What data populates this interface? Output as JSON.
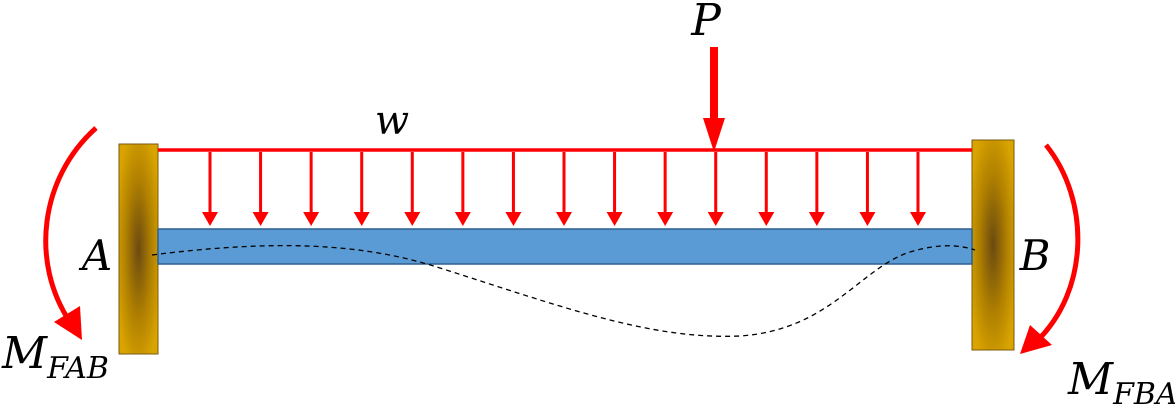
{
  "labels": {
    "load_point": "P",
    "load_distributed": "w",
    "support_left": "A",
    "support_right": "B",
    "moment_left_main": "M",
    "moment_left_sub": "FAB",
    "moment_right_main": "M",
    "moment_right_sub": "FBA"
  },
  "colors": {
    "load": "#ff0000",
    "beam_fill": "#5b9bd5",
    "beam_stroke": "#2e5f8f",
    "support_light": "#d9a400",
    "support_dark": "#6b4a10",
    "deflection": "#000000"
  },
  "distributed_load_arrow_count": 15
}
